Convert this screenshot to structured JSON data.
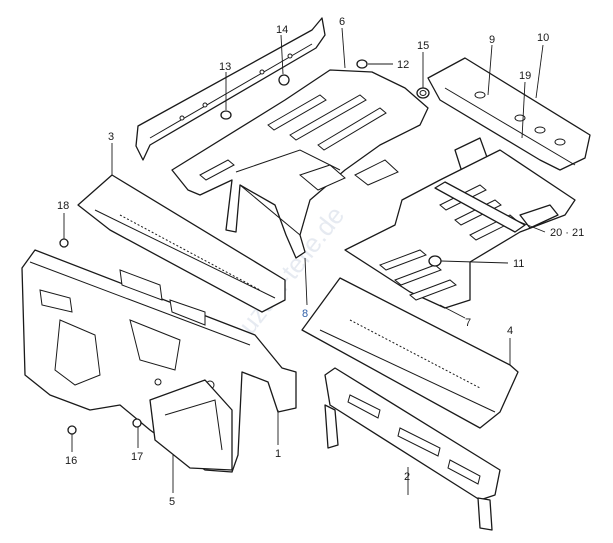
{
  "diagram": {
    "watermark": "www.suzuki-teile.de",
    "callouts": [
      {
        "key": "c1",
        "label": "1"
      },
      {
        "key": "c2",
        "label": "2"
      },
      {
        "key": "c3",
        "label": "3"
      },
      {
        "key": "c4",
        "label": "4"
      },
      {
        "key": "c5",
        "label": "5"
      },
      {
        "key": "c6",
        "label": "6"
      },
      {
        "key": "c7",
        "label": "7"
      },
      {
        "key": "c8",
        "label": "8"
      },
      {
        "key": "c9",
        "label": "9"
      },
      {
        "key": "c10",
        "label": "10"
      },
      {
        "key": "c11",
        "label": "11"
      },
      {
        "key": "c12",
        "label": "12"
      },
      {
        "key": "c13",
        "label": "13"
      },
      {
        "key": "c14",
        "label": "14"
      },
      {
        "key": "c15",
        "label": "15"
      },
      {
        "key": "c16",
        "label": "16"
      },
      {
        "key": "c17",
        "label": "17"
      },
      {
        "key": "c18",
        "label": "18"
      },
      {
        "key": "c19",
        "label": "19"
      },
      {
        "key": "c2021",
        "label": "20 · 21"
      }
    ],
    "highlight_color": "#2f5fa8"
  }
}
